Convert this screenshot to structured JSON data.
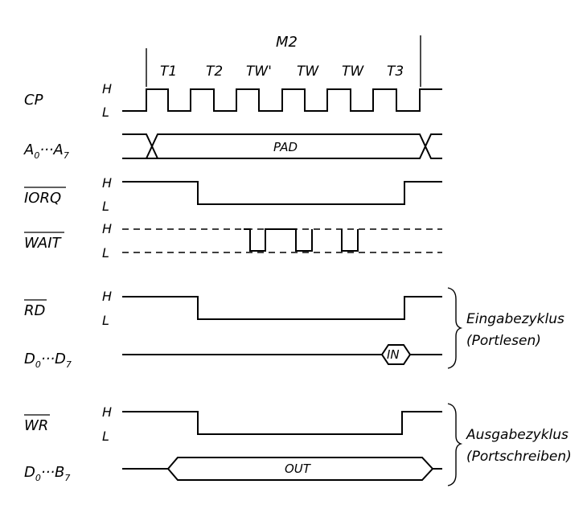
{
  "group_label": "M2",
  "t_states": [
    "T1",
    "T2",
    "TW'",
    "TW",
    "TW",
    "T3"
  ],
  "levels": {
    "high": "H",
    "low": "L"
  },
  "signals": {
    "cp": "CP",
    "address": {
      "a": "A",
      "sub_start": "0",
      "dots": "···",
      "sub_end": "7"
    },
    "iorq": "IORQ",
    "wait": "WAIT",
    "rd": "RD",
    "data_in": {
      "a": "D",
      "sub_start": "0",
      "dots": "···",
      "b": "D",
      "sub_end": "7"
    },
    "wr": "WR",
    "data_out": {
      "a": "D",
      "sub_start": "0",
      "dots": "···",
      "b": "B",
      "sub_end": "7"
    }
  },
  "bus_labels": {
    "pad": "PAD",
    "in": "IN",
    "out": "OUT"
  },
  "cycles": {
    "input": {
      "title": "Eingabezyklus",
      "subtitle": "(Portlesen)"
    },
    "output": {
      "title": "Ausgabezyklus",
      "subtitle": "(Portschreiben)"
    }
  }
}
